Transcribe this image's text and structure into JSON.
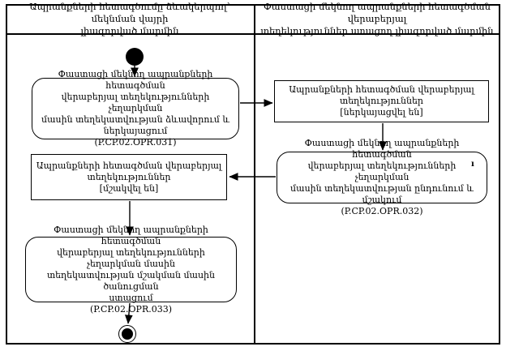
{
  "diagram": {
    "lanes": [
      {
        "title": "Ապրանքների հետագծումը ձևակերպող՝ մեկնման վայրի\nլիազորված մարմին"
      },
      {
        "title": "Փաստացի մեկնող ապրանքների հետագծման վերաբերյալ\nտեղեկություններ ստացող լիազորված մարմին"
      }
    ],
    "nodes": {
      "op031": {
        "label": "Փաստացի մեկնող ապրանքների հետագծման\nվերաբերյալ տեղեկությունների չեղարկման\nմասին տեղեկատվության ձևավորում և\nներկայացում",
        "code": "(P.CP.02.OPR.031)"
      },
      "state_presented": {
        "label": "Ապրանքների հետագծման վերաբերյալ\nտեղեկություններ",
        "state": "[ներկայացվել են]"
      },
      "op032": {
        "label": "Փաստացի մեկնող ապրանքների հետագծման\nվերաբերյալ տեղեկությունների չեղարկման\nմասին տեղեկատվության ընդունում և մշակում",
        "code": "(P.CP.02.OPR.032)"
      },
      "state_processed": {
        "label": "Ապրանքների հետագծման վերաբերյալ\nտեղեկություններ",
        "state": "[մշակվել են]"
      },
      "op033": {
        "label": "Փաստացի մեկնող ապրանքների հետագծման\nվերաբերյալ տեղեկությունների չեղարկման մասին\nտեղեկատվության մշակման մասին ծանուցման\nստացում",
        "code": "(P.CP.02.OPR.033)"
      }
    },
    "artifacts": {
      "stray_mark": "ı"
    },
    "colors": {
      "line": "#000000",
      "background": "#ffffff"
    }
  }
}
